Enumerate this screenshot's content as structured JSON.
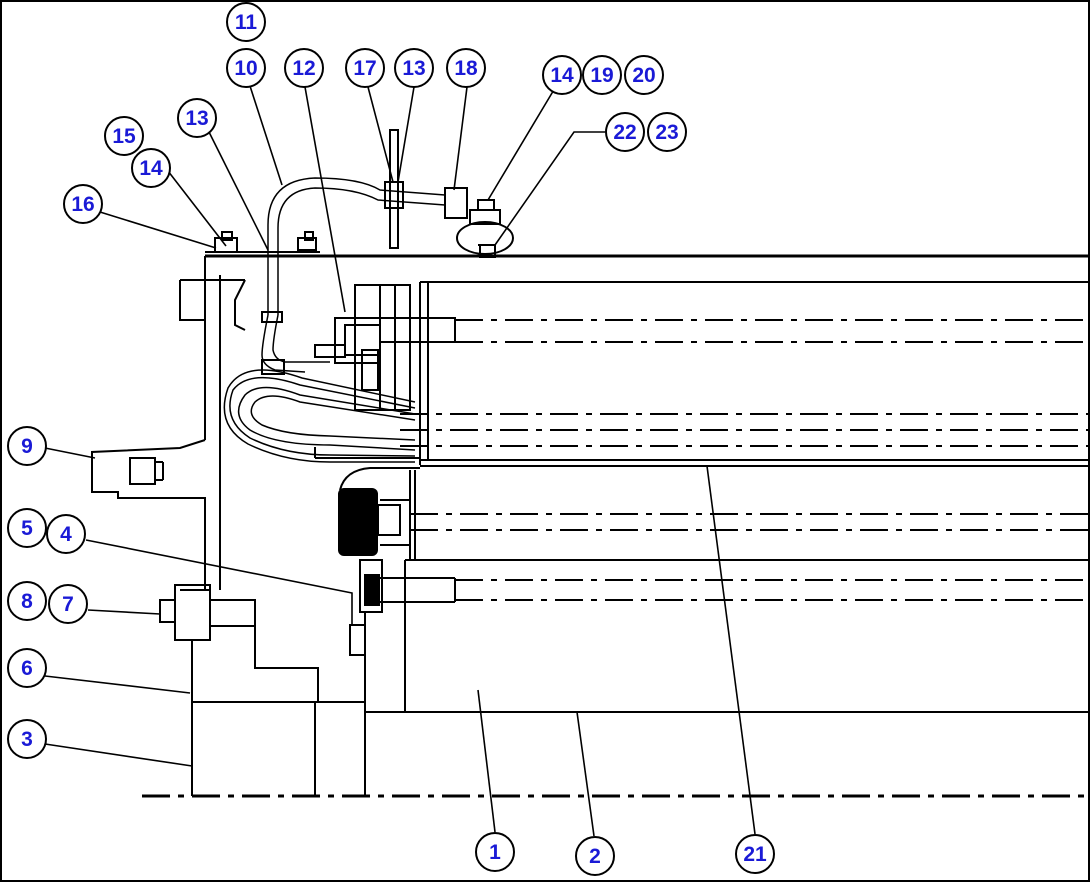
{
  "colors": {
    "callout_text": "#1a1ad6",
    "line": "#000000",
    "background": "#ffffff"
  },
  "callouts": [
    {
      "id": "c11",
      "label": "11"
    },
    {
      "id": "c10",
      "label": "10"
    },
    {
      "id": "c12",
      "label": "12"
    },
    {
      "id": "c17",
      "label": "17"
    },
    {
      "id": "c13a",
      "label": "13"
    },
    {
      "id": "c18",
      "label": "18"
    },
    {
      "id": "c14a",
      "label": "14"
    },
    {
      "id": "c19",
      "label": "19"
    },
    {
      "id": "c20",
      "label": "20"
    },
    {
      "id": "c22",
      "label": "22"
    },
    {
      "id": "c23",
      "label": "23"
    },
    {
      "id": "c13b",
      "label": "13"
    },
    {
      "id": "c15",
      "label": "15"
    },
    {
      "id": "c14b",
      "label": "14"
    },
    {
      "id": "c16",
      "label": "16"
    },
    {
      "id": "c9",
      "label": "9"
    },
    {
      "id": "c5",
      "label": "5"
    },
    {
      "id": "c4",
      "label": "4"
    },
    {
      "id": "c8",
      "label": "8"
    },
    {
      "id": "c7",
      "label": "7"
    },
    {
      "id": "c6",
      "label": "6"
    },
    {
      "id": "c3",
      "label": "3"
    },
    {
      "id": "c1",
      "label": "1"
    },
    {
      "id": "c2",
      "label": "2"
    },
    {
      "id": "c21",
      "label": "21"
    }
  ]
}
